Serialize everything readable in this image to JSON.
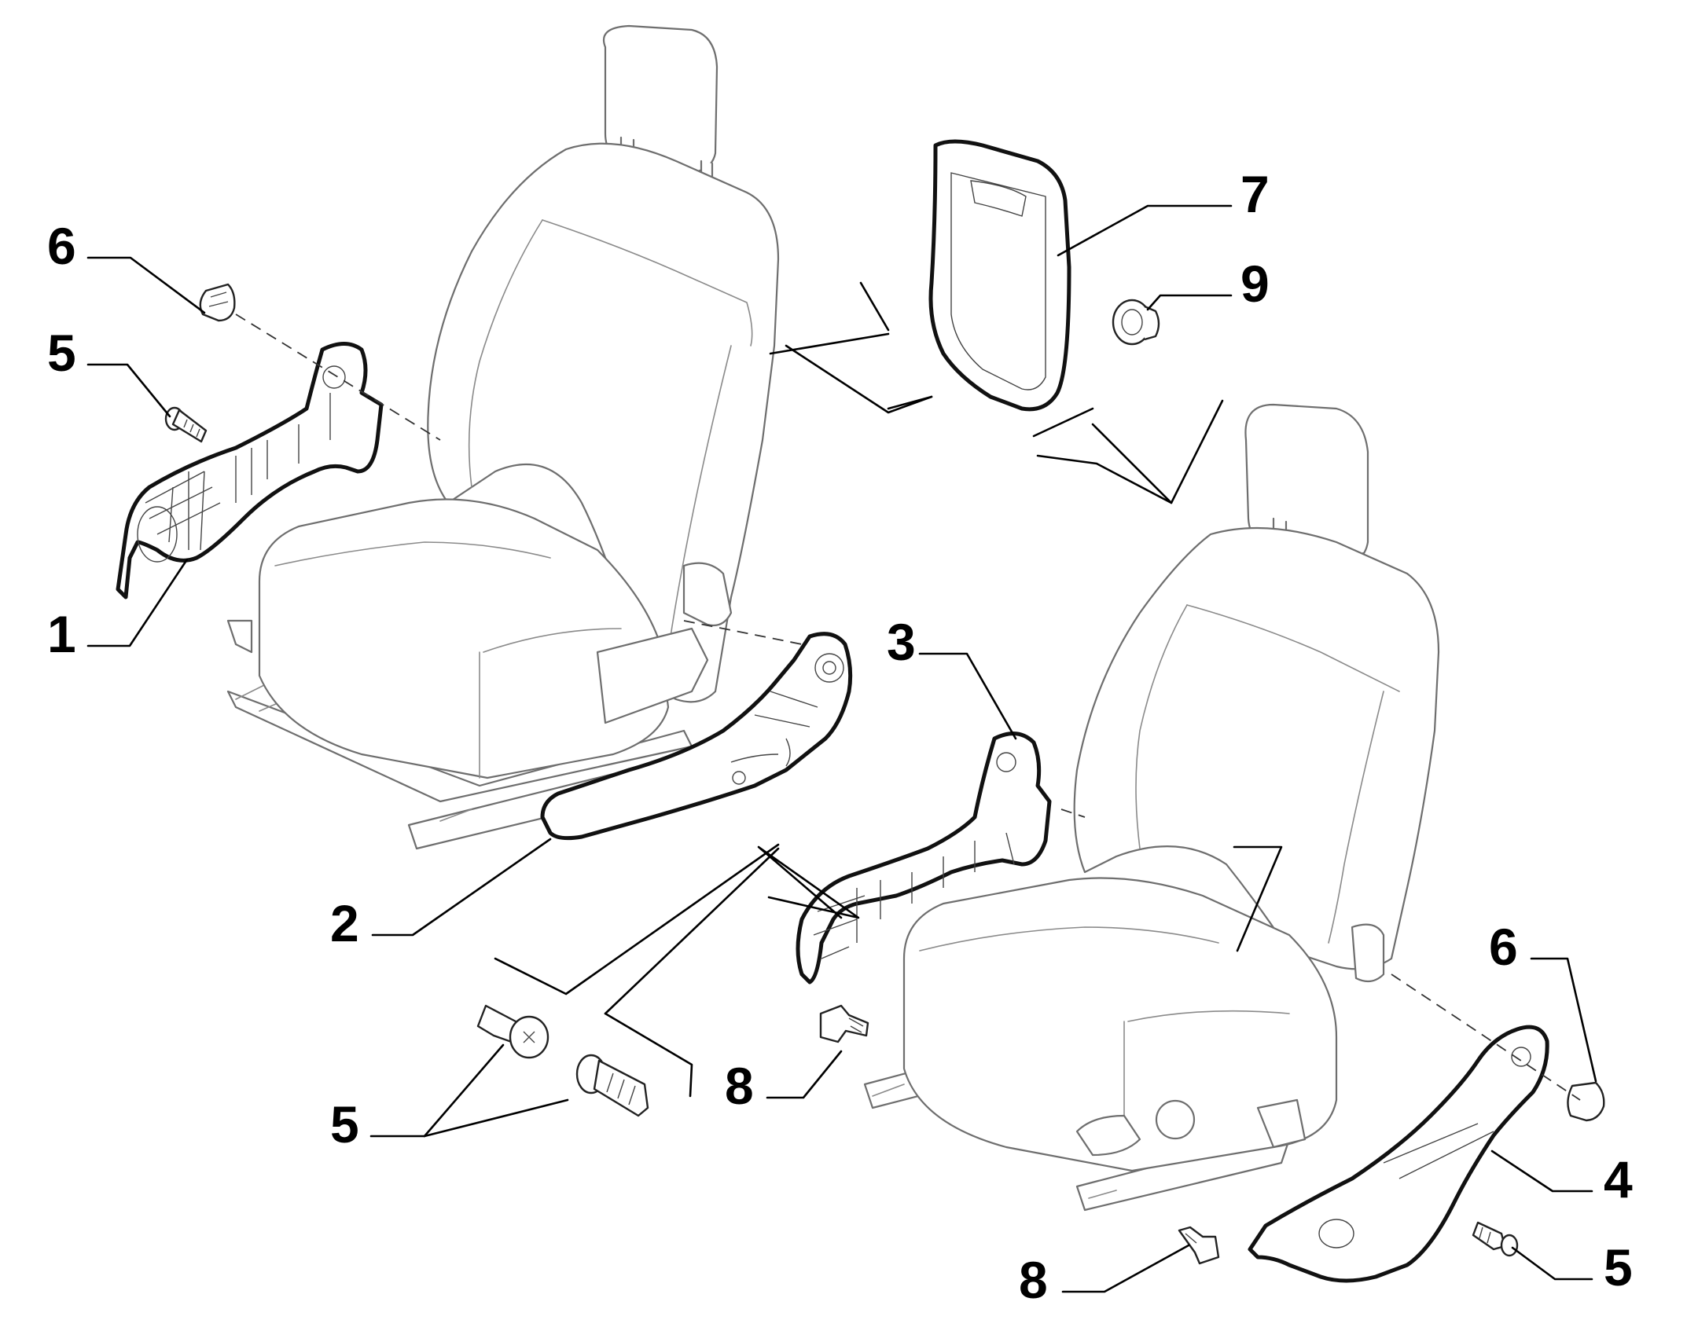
{
  "callouts": [
    {
      "id": "c1",
      "label": "1"
    },
    {
      "id": "c2",
      "label": "2"
    },
    {
      "id": "c3",
      "label": "3"
    },
    {
      "id": "c4",
      "label": "4"
    },
    {
      "id": "c5a",
      "label": "5"
    },
    {
      "id": "c5b",
      "label": "5"
    },
    {
      "id": "c5c",
      "label": "5"
    },
    {
      "id": "c6a",
      "label": "6"
    },
    {
      "id": "c6b",
      "label": "6"
    },
    {
      "id": "c7",
      "label": "7"
    },
    {
      "id": "c8a",
      "label": "8"
    },
    {
      "id": "c8b",
      "label": "8"
    },
    {
      "id": "c9",
      "label": "9"
    }
  ],
  "colors": {
    "line": "#111111",
    "outline": "#6e6e6e",
    "background": "#ffffff"
  }
}
